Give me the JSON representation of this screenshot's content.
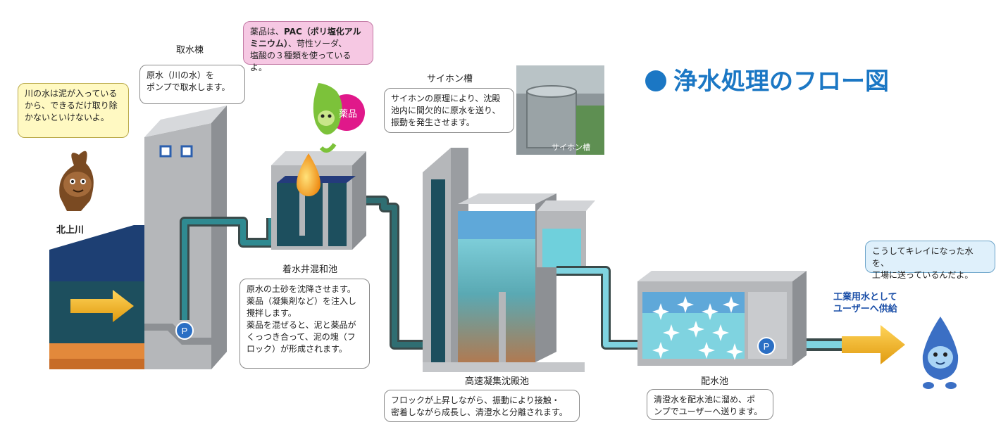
{
  "title": "浄水処理のフロー図",
  "river": {
    "label": "北上川",
    "speech": "川の水は泥が入っている\nから、できるだけ取り除\nかないといけないよ。"
  },
  "intake": {
    "label": "取水棟",
    "desc": "原水（川の水）を\nポンプで取水します。"
  },
  "chemicals": {
    "speech_prefix": "薬品は、",
    "speech_bold": "PAC（ポリ塩化アルミニウム）",
    "speech_suffix": "、苛性ソーダ、\n塩酸の３種類を使っているよ。",
    "tag": "薬品"
  },
  "mixing_basin": {
    "label": "着水井混和池",
    "desc": "原水の土砂を沈降させます。\n薬品（凝集剤など）を注入し\n攪拌します。\n薬品を混ぜると、泥と薬品が\nくっつき合って、泥の塊（フ\nロック）が形成されます。"
  },
  "siphon": {
    "label": "サイホン槽",
    "desc": "サイホンの原理により、沈殿\n池内に間欠的に原水を送り、\n振動を発生させます。",
    "photo_caption": "サイホン槽"
  },
  "settling_basin": {
    "label": "高速凝集沈殿池",
    "desc": "フロックが上昇しながら、振動により接触・\n密着しながら成長し、清澄水と分離されます。"
  },
  "distribution": {
    "label": "配水池",
    "desc": "清澄水を配水池に溜め、ポ\nンプでユーザーへ送ります。"
  },
  "supply": {
    "label": "工業用水として\nユーザーへ供給",
    "speech": "こうしてキレイになった水を、\n工場に送っているんだよ。"
  },
  "pump_letter": "P",
  "colors": {
    "title_blue": "#1b77c4",
    "dark_water": "#1d4f5e",
    "light_water": "#7fd3e0",
    "arrow_gold": "#f2b21a",
    "concrete": "#a9abae"
  }
}
